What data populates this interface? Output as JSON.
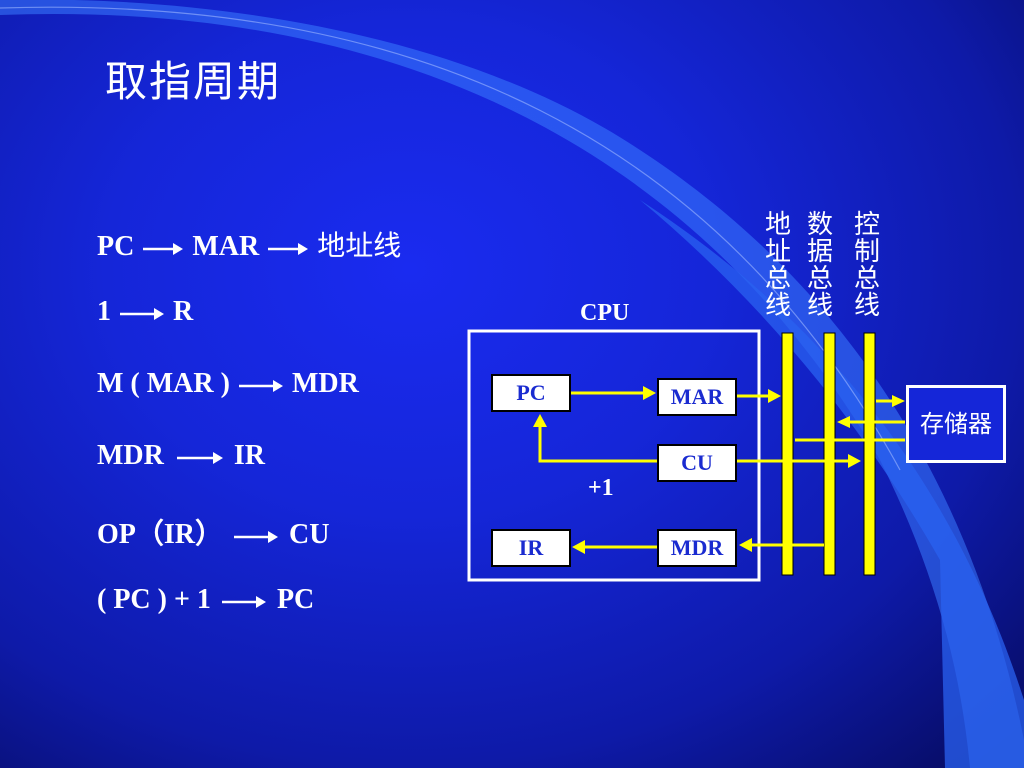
{
  "slide": {
    "title": "取指周期",
    "steps": [
      {
        "left": "PC",
        "middle": "MAR",
        "right": "地址线"
      },
      {
        "left": "1",
        "right": "R"
      },
      {
        "left": "M ( MAR )",
        "right": "MDR"
      },
      {
        "left": "MDR",
        "right": "IR"
      },
      {
        "left": "OP（IR）",
        "right": "CU"
      },
      {
        "left": "( PC ) + 1",
        "right": "PC"
      }
    ]
  },
  "diagram": {
    "cpu_label": "CPU",
    "registers": {
      "pc": "PC",
      "mar": "MAR",
      "cu": "CU",
      "ir": "IR",
      "mdr": "MDR"
    },
    "increment_label": "+1",
    "memory_label": "存储器",
    "buses": [
      {
        "name": "地址总线",
        "chars": [
          "地",
          "址",
          "总",
          "线"
        ]
      },
      {
        "name": "数据总线",
        "chars": [
          "数",
          "据",
          "总",
          "线"
        ]
      },
      {
        "name": "控制总线",
        "chars": [
          "控",
          "制",
          "总",
          "线"
        ]
      }
    ],
    "colors": {
      "background": "#1526d8",
      "bus": "#ffff00",
      "text": "#ffffff",
      "register_text": "#1a2bd0",
      "swoosh": "#2e6bff"
    }
  }
}
